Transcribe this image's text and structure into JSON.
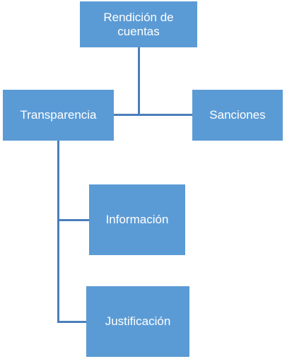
{
  "diagram": {
    "colors": {
      "box_fill": "#5b9bd5",
      "connector": "#4a7ebb",
      "text": "#ffffff"
    },
    "nodes": {
      "root": {
        "label": "Rendición de cuentas"
      },
      "left": {
        "label": "Transparencia"
      },
      "right": {
        "label": "Sanciones"
      },
      "child1": {
        "label": "Información"
      },
      "child2": {
        "label": "Justificación"
      }
    }
  }
}
